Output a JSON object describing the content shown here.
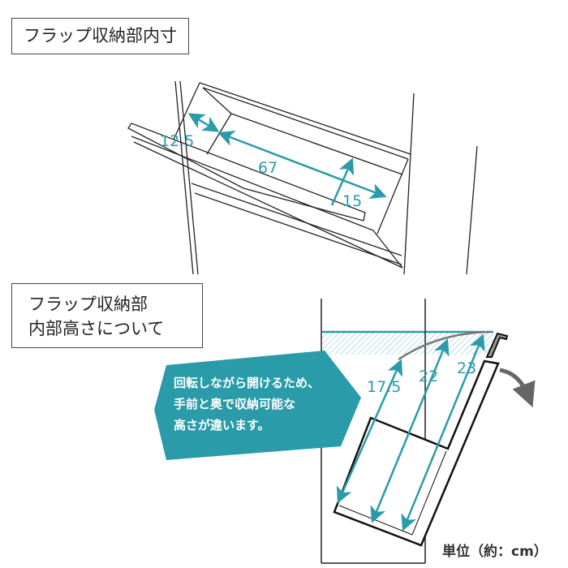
{
  "titles": {
    "top": "フラップ収納部内寸",
    "bottom_line1": "フラップ収納部",
    "bottom_line2": "内部高さについて"
  },
  "top_dimensions": {
    "depth": "12.5",
    "width": "67",
    "height": "15"
  },
  "side_dimensions": {
    "front": "17.5",
    "middle": "22",
    "back": "23"
  },
  "callout": {
    "line1": "回転しながら開けるため、",
    "line2": "手前と奥で収納可能な",
    "line3": "高さが違います。"
  },
  "unit": "単位（約：cm）",
  "colors": {
    "accent": "#2a9ba8",
    "line": "#222222",
    "arrow": "#666666"
  }
}
